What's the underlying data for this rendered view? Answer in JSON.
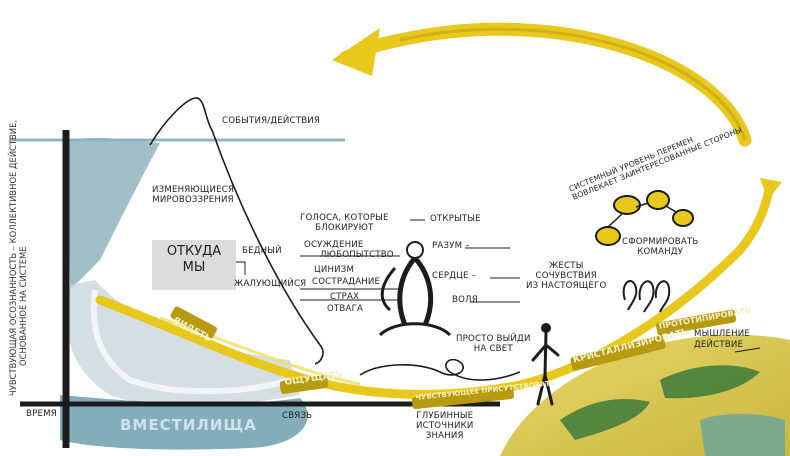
{
  "top_label": "СОБЫТИЯ/ДЕЙСТВИЯ",
  "changing_worldviews": [
    "ИЗМЕНЯЮЩИЕСЯ",
    "МИРОВОЗЗРЕНИЯ"
  ],
  "origin_box": [
    "ОТКУДА",
    "МЫ"
  ],
  "poor": "БЕДНЫЙ",
  "complaining": "ЖАЛУЮЩИЙСЯ",
  "voices": [
    "ГОЛОСА, КОТОРЫЕ",
    "БЛОКИРУЮТ"
  ],
  "blockers": {
    "judgement": "ОСУЖДЕНИЕ",
    "curiosity": "ЛЮБОПЫТСТВО",
    "cynicism": "ЦИНИЗМ",
    "compassion": "СОСТРАДАНИЕ",
    "fear": "СТРАХ",
    "courage": "ОТВАГА"
  },
  "open": "ОТКРЫТЫЕ",
  "mind": "РАЗУМ –",
  "heart": "СЕРДЦЕ –",
  "will": "ВОЛЯ",
  "gestures": [
    "ЖЕСТЫ",
    "СОЧУВСТВИЯ",
    "ИЗ НАСТОЯЩЕГО"
  ],
  "step_out": [
    "ПРОСТО ВЫЙДИ",
    "НА СВЕТ"
  ],
  "deep_sources": [
    "ГЛУБИННЫЕ",
    "ИСТОЧНИКИ",
    "ЗНАНИЯ"
  ],
  "system_level": [
    "СИСТЕМНЫЙ УРОВЕНЬ ПЕРЕМЕН",
    "ВОВЛЕКАЕТ ЗАИНТЕРЕСОВАННЫЕ СТОРОНЫ"
  ],
  "form_team": [
    "СФОРМИРОВАТЬ",
    "КОМАНДУ"
  ],
  "thinking": "МЫШЛЕНИЕ",
  "action": "ДЕЙСТВИЕ",
  "time": "ВРЕМЯ",
  "connection": "СВЯЗЬ",
  "together": "ВМЕСТИЛИЩА",
  "vertical_axis": [
    "ЧУВСТВУЮЩАЯ ОСОЗНАННОСТЬ – КОЛЛЕКТИВНОЕ ДЕЙСТВИЕ,",
    "ОСНОВАННОЕ НА СИСТЕМЕ"
  ],
  "bands": {
    "see": "ВИДЕТЬ",
    "feel": "ОЩУЩАТЬ",
    "presencing": "ЧУВСТВУЮЩЕЕ ПРИСУТСТВОВАТЬ",
    "crystallize": "КРИСТАЛЛИЗИРОВАТЬ",
    "prototype": "ПРОТОТИПИРОВАТЬ"
  },
  "colors": {
    "yellow": "#e8c81c",
    "yellow_dark": "#b89a10",
    "teal": "#7fa9b6",
    "green": "#3d7a3a",
    "ink": "#1c1c1c"
  }
}
